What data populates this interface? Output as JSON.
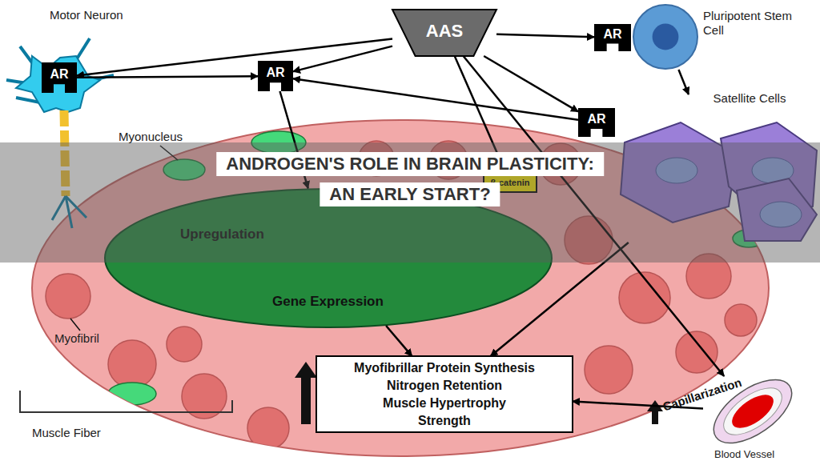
{
  "diagram": {
    "nodes": [
      {
        "text": [
          "AAS"
        ]
      },
      {
        "text": [
          "AR"
        ]
      },
      {
        "text": [
          "Pluripotent Stem Cell"
        ]
      },
      {
        "text": [
          "AR"
        ]
      },
      {
        "text": [
          "Satellite Cells"
        ]
      },
      {
        "text": [
          "AR"
        ]
      },
      {
        "text": [
          "Muscle Fiber"
        ]
      },
      {
        "text": [
          "AR"
        ]
      },
      {
        "text": [
          "Upregulation",
          "Gene Expression"
        ],
        "in": 6
      },
      {
        "text": [
          "β-catenin"
        ],
        "in": 6
      },
      {
        "text": [
          "Myofibrillar Protein Synthesis",
          "Nitrogen Retention",
          "Muscle Hypertrophy",
          "Strength"
        ],
        "in": 6
      },
      {
        "text": [
          "Blood Vessel"
        ]
      }
    ],
    "edges": [
      {
        "from": 0,
        "to": 1,
        "arrow": "to"
      },
      {
        "from": 0,
        "to": 7,
        "arrow": "to"
      },
      {
        "from": 0,
        "to": 3,
        "arrow": "to"
      },
      {
        "from": 0,
        "to": 5,
        "arrow": "to"
      },
      {
        "from": 0,
        "to": 9,
        "arrow": "to"
      },
      {
        "from": 0,
        "to": 11,
        "arrow": "to"
      },
      {
        "from": 2,
        "to": 4,
        "arrow": "to"
      },
      {
        "from": 1,
        "to": 7,
        "arrow": "to"
      },
      {
        "from": 5,
        "to": 7,
        "arrow": "to"
      },
      {
        "from": 7,
        "to": 8,
        "arrow": "to"
      },
      {
        "from": 9,
        "to": 8,
        "arrow": "to"
      },
      {
        "from": 8,
        "to": 10,
        "arrow": "to"
      },
      {
        "from": 4,
        "to": 10,
        "arrow": "to"
      },
      {
        "from": 11,
        "to": 10,
        "arrow": "to"
      }
    ],
    "labels": [
      "Motor Neuron",
      "Myonucleus",
      "Myofibril",
      "Capillarization",
      "ANDROGEN'S ROLE IN BRAIN PLASTICITY:",
      "AN EARLY START?"
    ]
  }
}
